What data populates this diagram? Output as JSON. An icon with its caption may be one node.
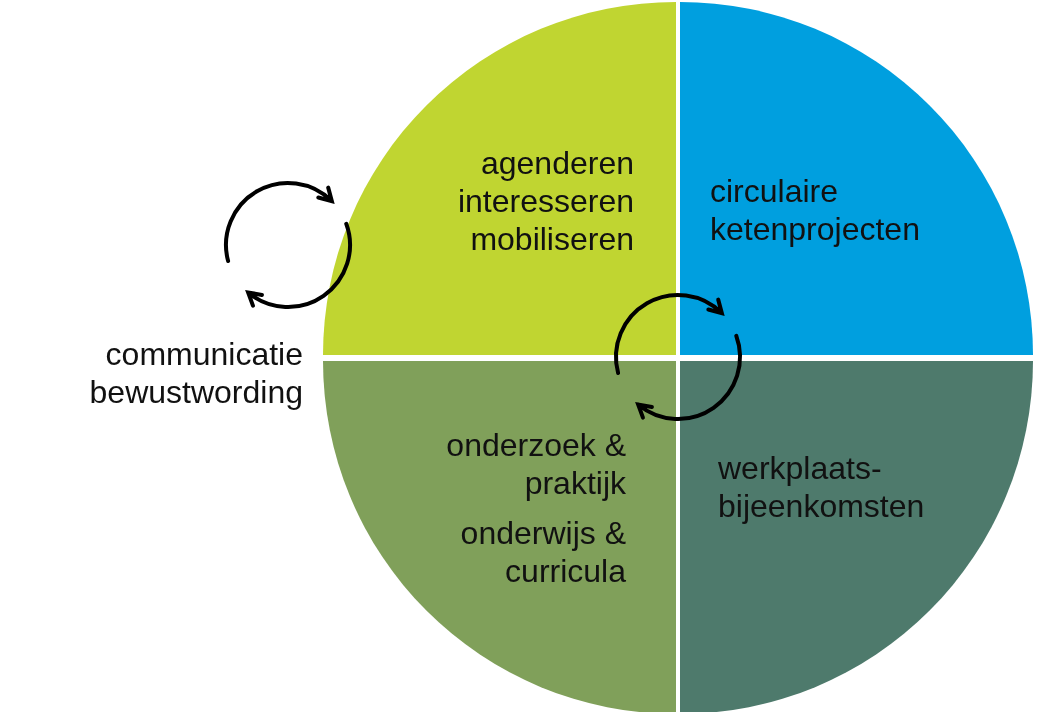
{
  "diagram": {
    "nodes": [
      {
        "text": [
          "agenderen",
          "interesseren",
          "mobiliseren"
        ]
      },
      {
        "text": [
          "circulaire ketenprojecten"
        ]
      },
      {
        "text": [
          "onderzoek & praktijk",
          "onderwijs & curricula"
        ]
      },
      {
        "text": [
          "werkplaats- bijeenkomsten"
        ]
      }
    ],
    "labels": [
      "communicatie bewustwording"
    ]
  }
}
